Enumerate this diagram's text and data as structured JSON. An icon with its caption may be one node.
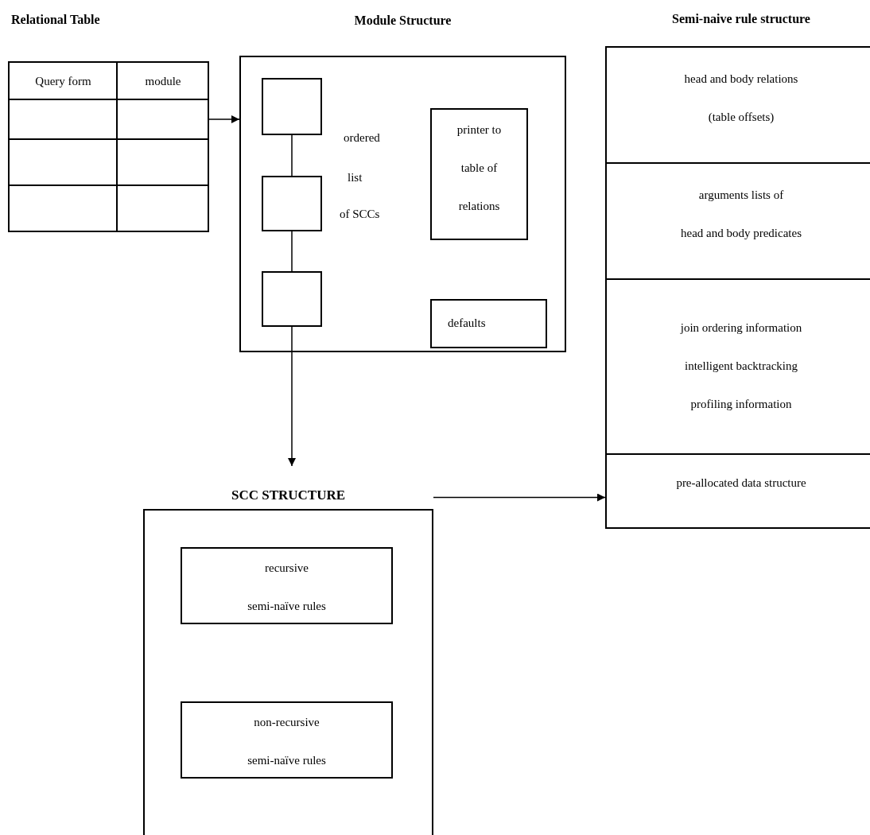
{
  "diagram": {
    "nodes": [
      {
        "text": [
          "Relational Table"
        ]
      },
      {
        "text": [
          "Module Structure"
        ]
      },
      {
        "text": [],
        "shape": "box",
        "in": 1
      },
      {
        "text": [],
        "shape": "box",
        "in": 1
      },
      {
        "text": [],
        "shape": "box",
        "in": 1
      },
      {
        "text": [
          "printer to table of relations"
        ],
        "in": 1
      },
      {
        "text": [
          "defaults"
        ],
        "in": 1
      },
      {
        "text": [
          "SCC STRUCTURE"
        ]
      },
      {
        "text": [
          "recursive",
          "semi-naïve rules"
        ],
        "in": 7
      },
      {
        "text": [
          "non-recursive",
          "semi-naïve rules"
        ],
        "in": 7
      },
      {
        "text": [
          "Semi-naive rule structure"
        ]
      },
      {
        "text": [
          "head and body relations",
          "(table offsets)"
        ],
        "in": 10
      },
      {
        "text": [
          "arguments lists of",
          "head and body predicates"
        ],
        "in": 10
      },
      {
        "text": [
          "join ordering information",
          "intelligent backtracking",
          "profiling information"
        ],
        "in": 10
      },
      {
        "text": [
          "pre-allocated data structure"
        ],
        "in": 10
      }
    ],
    "edges": [
      {
        "from": 0,
        "to": 1,
        "arrow": "to"
      },
      {
        "from": 2,
        "to": 3,
        "arrow": "none"
      },
      {
        "from": 3,
        "to": 4,
        "arrow": "none"
      },
      {
        "from": 4,
        "to": 7,
        "arrow": "to"
      },
      {
        "from": 7,
        "to": 10,
        "arrow": "to"
      }
    ],
    "labels": [
      "Query form",
      "module",
      "ordered",
      "list",
      "of SCCs"
    ]
  }
}
